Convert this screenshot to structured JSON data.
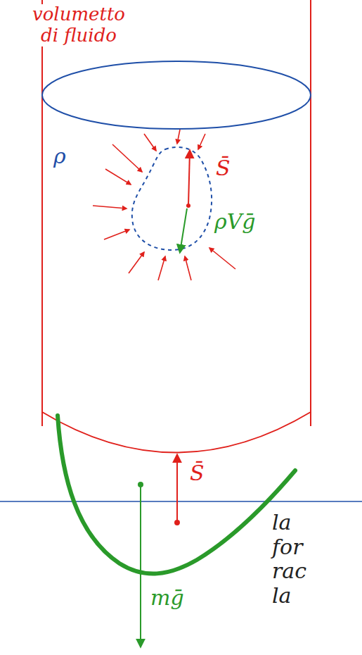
{
  "diagram": {
    "labels": [
      "volumetto di fluido",
      "ρ",
      "S̄",
      "ρVḡ",
      "S̄",
      "mḡ",
      "la for rac la"
    ]
  }
}
